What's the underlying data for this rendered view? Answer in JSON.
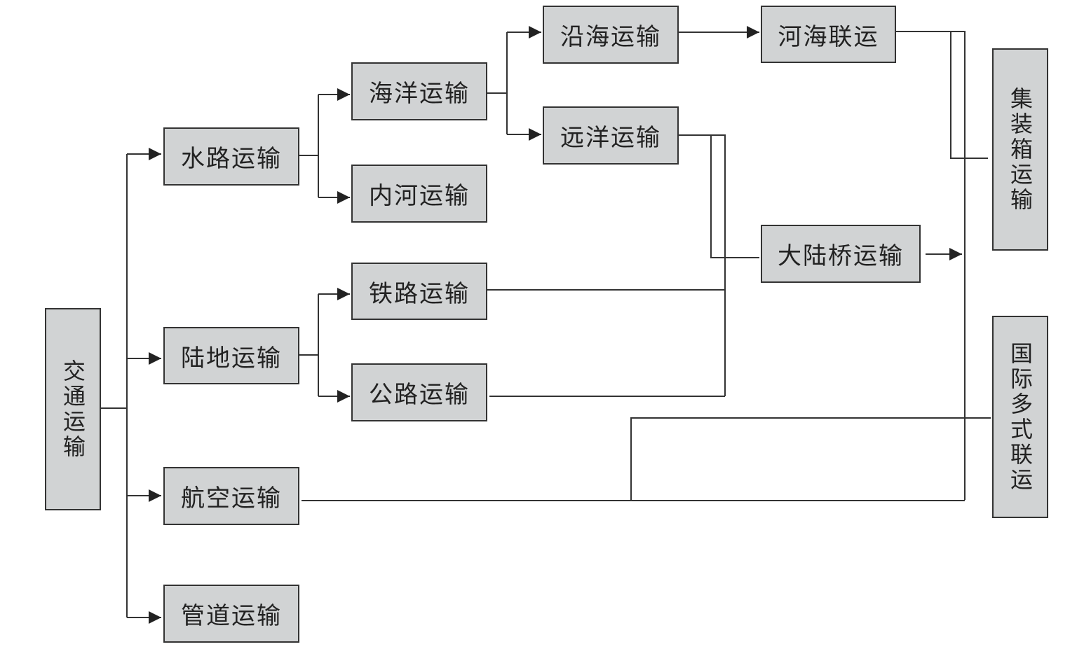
{
  "nodes": {
    "root": "交通运输",
    "water": "水路运输",
    "land": "陆地运输",
    "air": "航空运输",
    "pipeline": "管道运输",
    "ocean": "海洋运输",
    "inland_river": "内河运输",
    "railway": "铁路运输",
    "highway": "公路运输",
    "coastal": "沿海运输",
    "deep_sea": "远洋运输",
    "river_sea": "河海联运",
    "land_bridge": "大陆桥运输",
    "container": "集装箱运输",
    "multimodal": "国际多式联运"
  }
}
